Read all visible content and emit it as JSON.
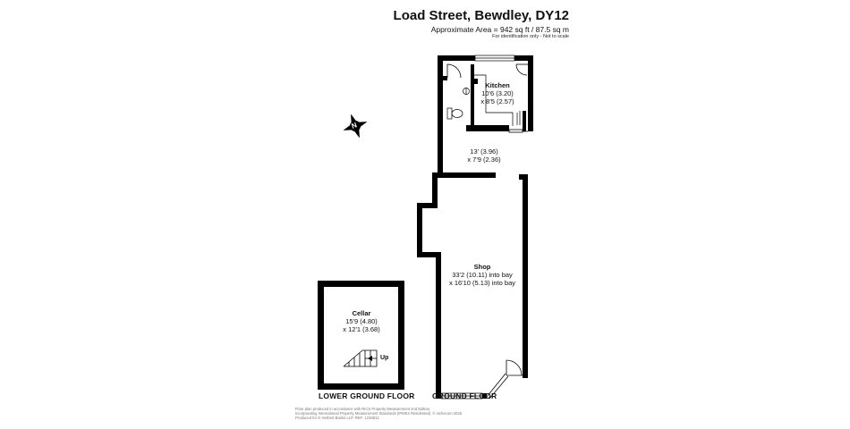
{
  "header": {
    "title": "Load Street, Bewdley, DY12",
    "area": "Approximate Area = 942 sq ft / 87.5 sq m",
    "note": "For identification only - Not to scale"
  },
  "rooms": {
    "kitchen": {
      "name": "Kitchen",
      "dim1": "10'6 (3.20)",
      "dim2": "x 8'5 (2.57)"
    },
    "hall": {
      "dim1": "13' (3.96)",
      "dim2": "x 7'9 (2.36)"
    },
    "shop": {
      "name": "Shop",
      "dim1": "33'2 (10.11) into bay",
      "dim2": "x 16'10 (5.13) into bay"
    },
    "cellar": {
      "name": "Cellar",
      "dim1": "15'9 (4.80)",
      "dim2": "x 12'1 (3.68)"
    }
  },
  "stairs": {
    "label": "Up"
  },
  "floors": {
    "lower": "LOWER GROUND FLOOR",
    "ground": "GROUND FLOOR"
  },
  "compass": {
    "letter": "N"
  },
  "footer": {
    "line1": "Floor plan produced in accordance with RICS Property Measurement 2nd Edition,",
    "line2": "Incorporating International Property Measurement Standards (IPMS2 Residential). © nichecom 2025",
    "line3": "Produced for G Herbert Banks LLP.   REF: 1233812"
  }
}
